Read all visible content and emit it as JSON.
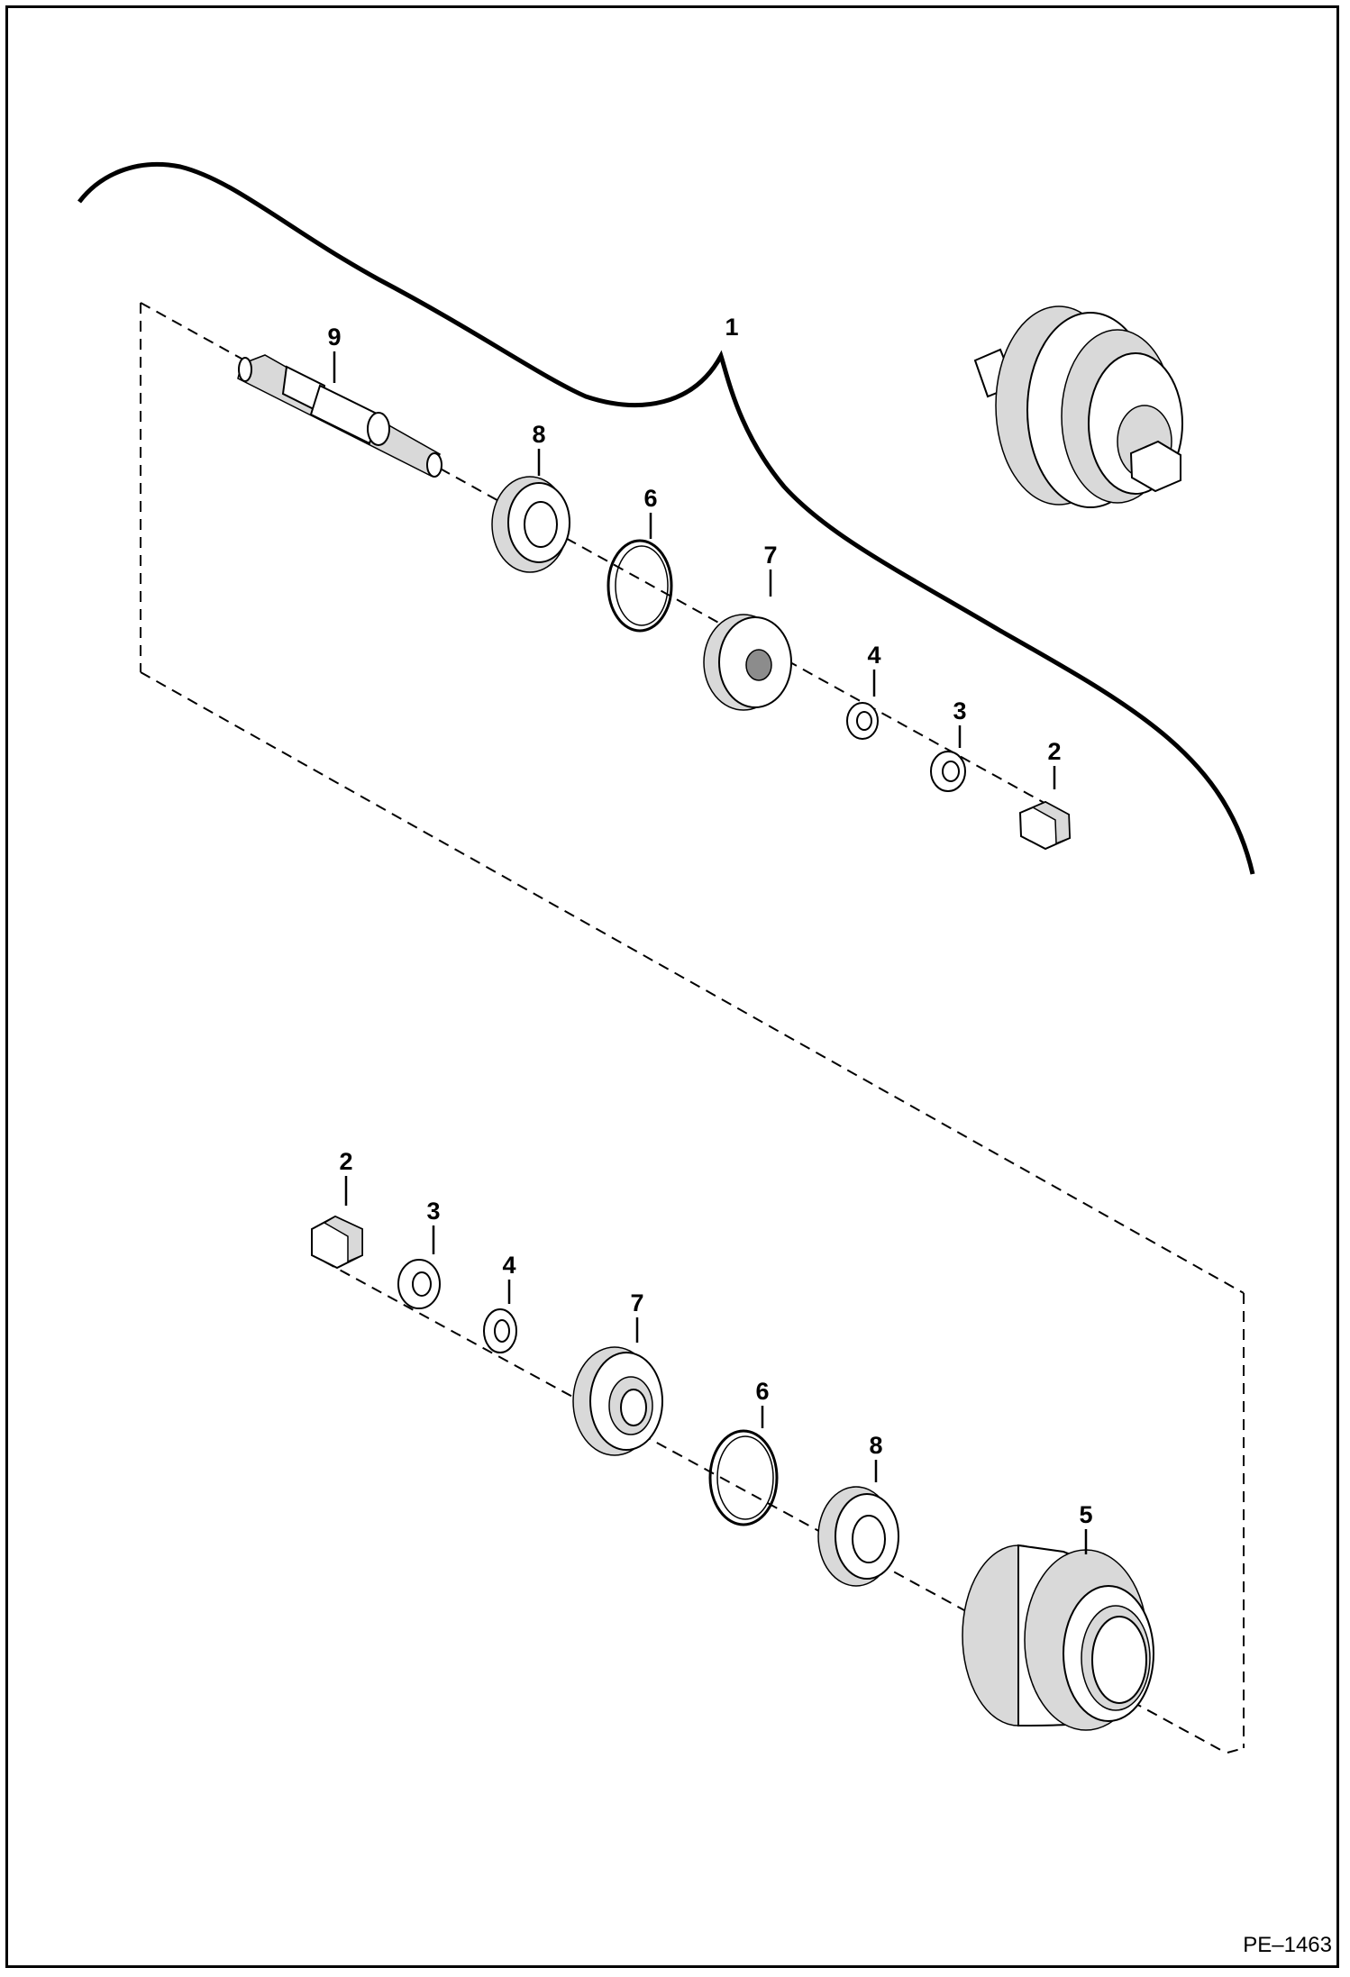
{
  "figure_ref": "PE–1463",
  "callouts": {
    "assembly": "1",
    "upper": {
      "nut": "2",
      "lock_washer": "3",
      "washer": "4",
      "retainer": "6",
      "seal": "7",
      "bearing": "8",
      "shaft": "9"
    },
    "lower": {
      "nut": "2",
      "lock_washer": "3",
      "washer": "4",
      "seal": "7",
      "retainer": "6",
      "bearing": "8",
      "roller": "5"
    }
  },
  "colors": {
    "line": "#000000",
    "background": "#ffffff",
    "shading": "#d9d9d9"
  }
}
